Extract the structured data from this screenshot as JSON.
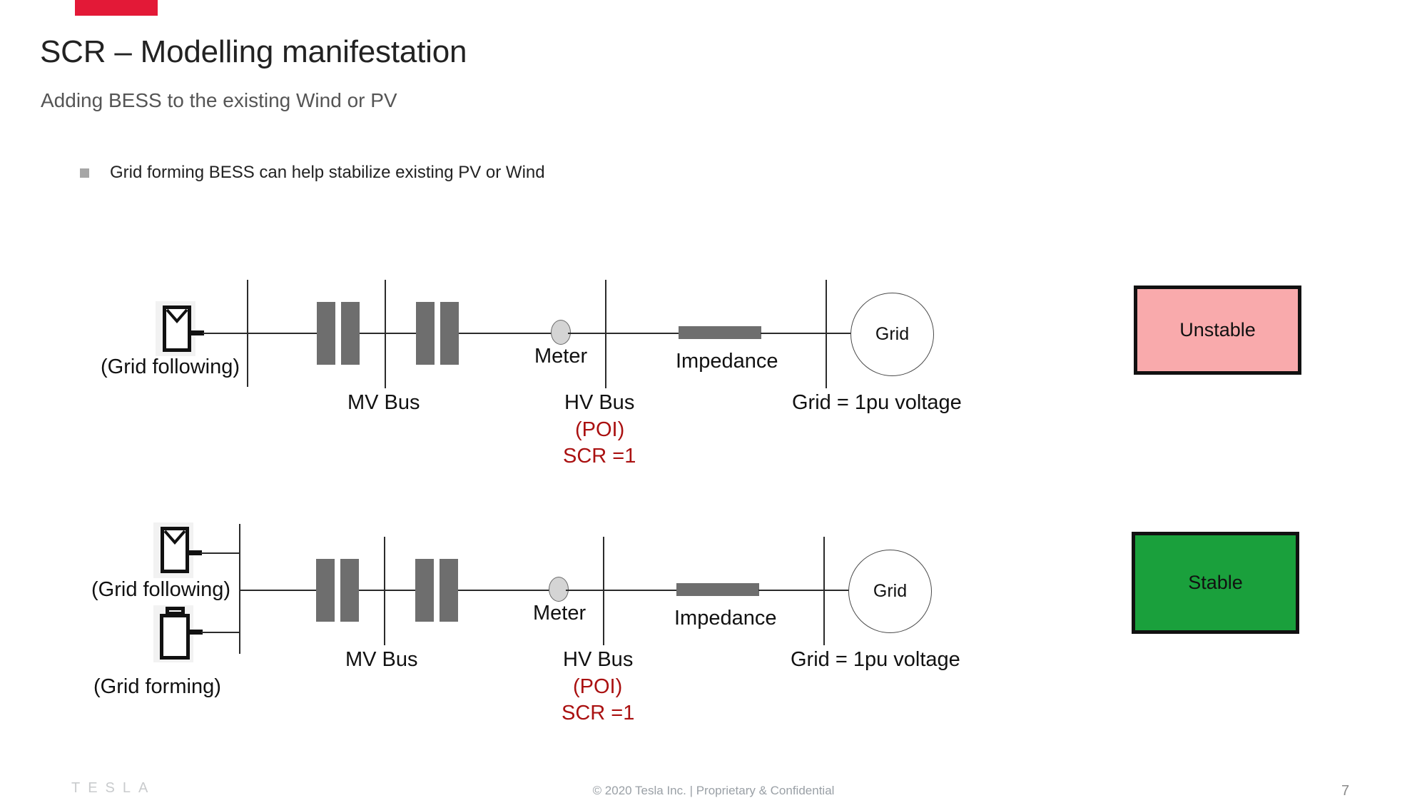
{
  "header": {
    "accent_color": "#e31937",
    "title": "SCR – Modelling manifestation",
    "subtitle": "Adding BESS to the existing Wind or PV",
    "bullet": "Grid forming BESS can help stabilize existing PV or Wind"
  },
  "diagrams": [
    {
      "id": "diagram-unstable",
      "devices": [
        {
          "type": "grid-following-inverter",
          "label": "(Grid following)"
        }
      ],
      "labels": {
        "mv_bus": "MV Bus",
        "meter": "Meter",
        "hv_bus": "HV Bus",
        "poi": "(POI)",
        "scr": "SCR =1",
        "impedance": "Impedance",
        "grid_node": "Grid",
        "grid_voltage": "Grid = 1pu voltage"
      },
      "result": {
        "text": "Unstable",
        "fill": "#f9aaac",
        "border": "#111111"
      }
    },
    {
      "id": "diagram-stable",
      "devices": [
        {
          "type": "grid-following-inverter",
          "label": "(Grid following)"
        },
        {
          "type": "grid-forming-bess",
          "label": "(Grid forming)"
        }
      ],
      "labels": {
        "mv_bus": "MV Bus",
        "meter": "Meter",
        "hv_bus": "HV Bus",
        "poi": "(POI)",
        "scr": "SCR =1",
        "impedance": "Impedance",
        "grid_node": "Grid",
        "grid_voltage": "Grid = 1pu voltage"
      },
      "result": {
        "text": "Stable",
        "fill": "#1aa03c",
        "border": "#111111"
      }
    }
  ],
  "footer": {
    "logo": "TESLA",
    "copyright": "© 2020 Tesla Inc. |  Proprietary & Confidential",
    "page_number": "7"
  }
}
